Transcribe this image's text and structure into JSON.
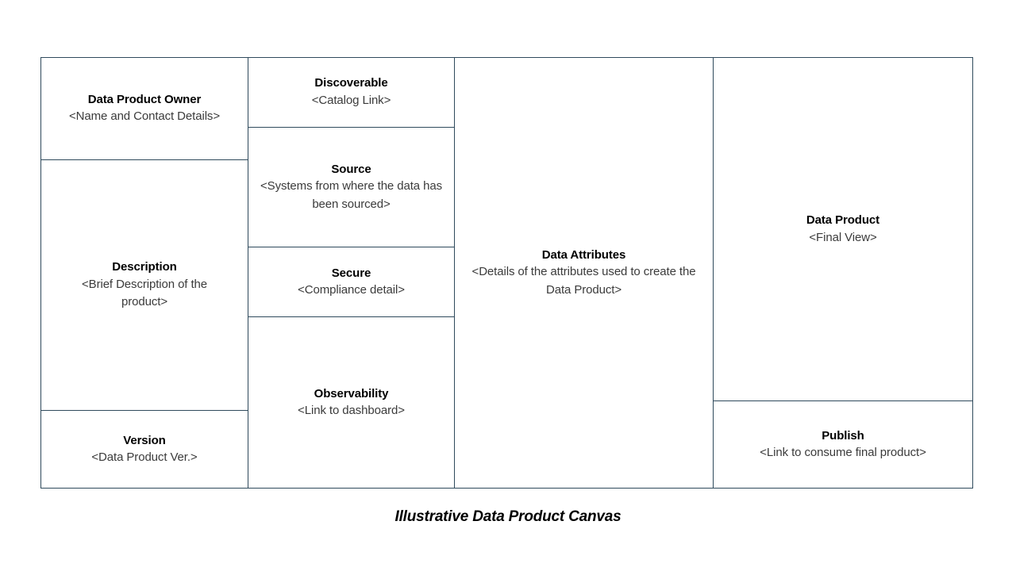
{
  "caption": "Illustrative Data Product Canvas",
  "colors": {
    "border": "#2f4a5c",
    "title_text": "#000000",
    "sub_text": "#3b3b3b",
    "background": "#ffffff"
  },
  "columns": [
    {
      "name": "column-1",
      "cells": [
        {
          "key": "data-product-owner",
          "title": "Data Product Owner",
          "subtitle": "<Name and Contact Details>"
        },
        {
          "key": "description",
          "title": "Description",
          "subtitle": "<Brief Description of the product>"
        },
        {
          "key": "version",
          "title": "Version",
          "subtitle": "<Data Product Ver.>"
        }
      ]
    },
    {
      "name": "column-2",
      "cells": [
        {
          "key": "discoverable",
          "title": "Discoverable",
          "subtitle": "<Catalog Link>"
        },
        {
          "key": "source",
          "title": "Source",
          "subtitle": "<Systems from where the data has been sourced>"
        },
        {
          "key": "secure",
          "title": "Secure",
          "subtitle": "<Compliance detail>"
        },
        {
          "key": "observability",
          "title": "Observability",
          "subtitle": "<Link to dashboard>"
        }
      ]
    },
    {
      "name": "column-3",
      "cells": [
        {
          "key": "data-attributes",
          "title": "Data Attributes",
          "subtitle": "<Details of the attributes used to create the Data Product>"
        }
      ]
    },
    {
      "name": "column-4",
      "cells": [
        {
          "key": "data-product",
          "title": "Data Product",
          "subtitle": "<Final View>"
        },
        {
          "key": "publish",
          "title": "Publish",
          "subtitle": "<Link to consume final product>"
        }
      ]
    }
  ]
}
